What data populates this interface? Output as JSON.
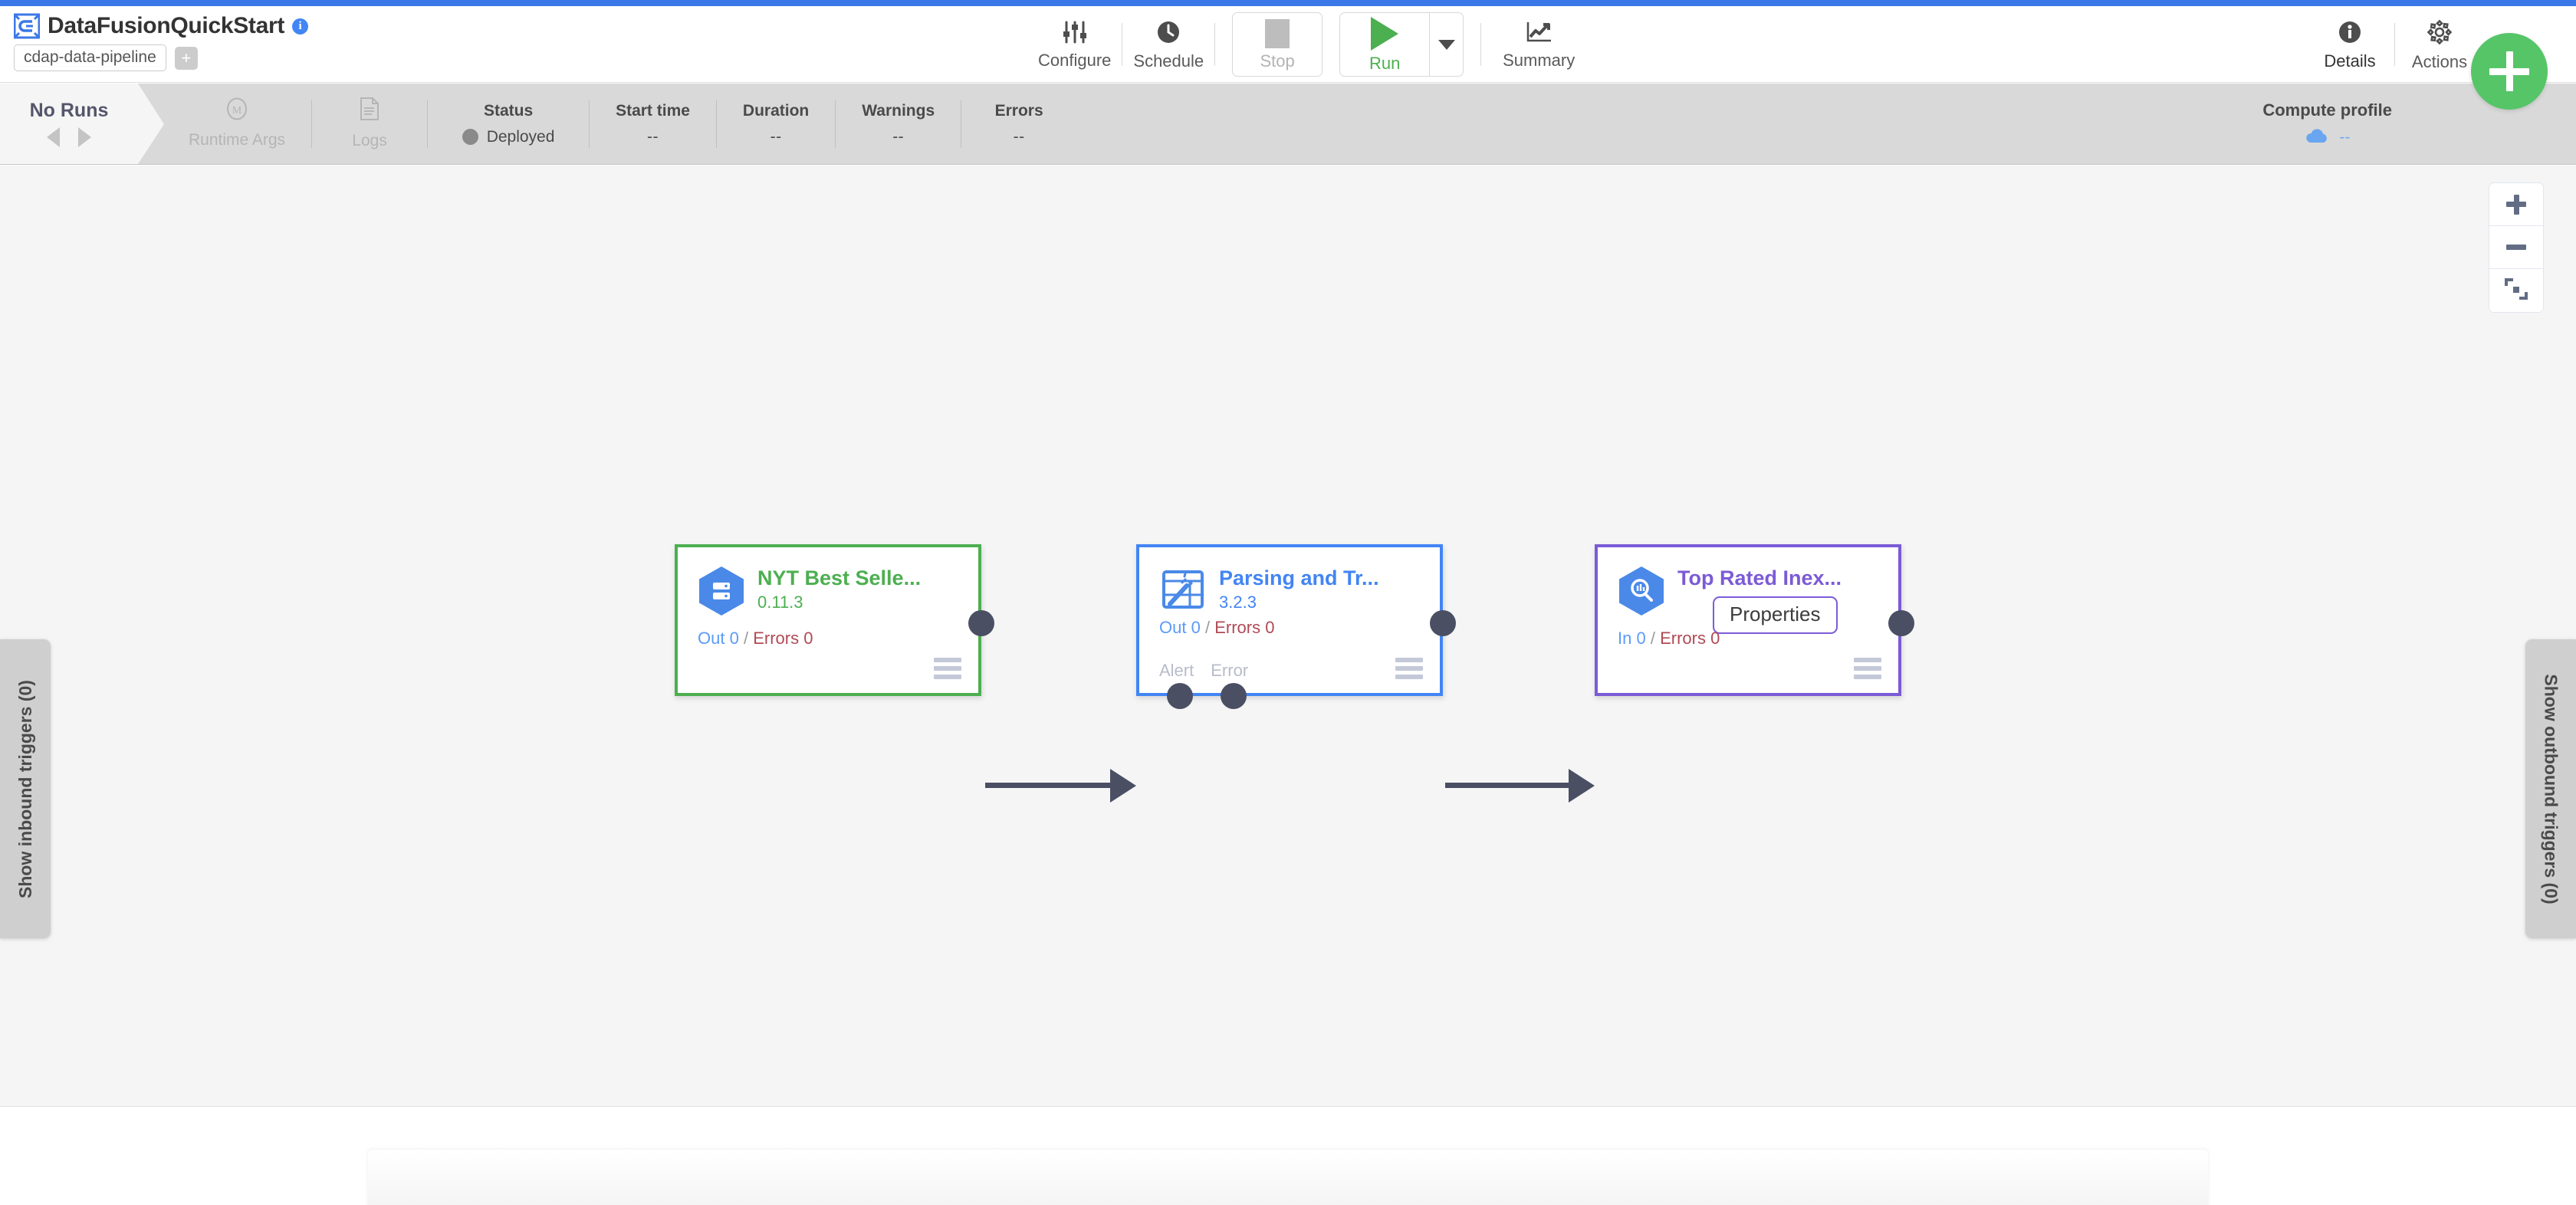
{
  "header": {
    "brand_icon": "cdap-logo-icon",
    "pipeline_title": "DataFusionQuickStart",
    "info_icon": "info-icon",
    "artifact_badge": "cdap-data-pipeline",
    "add_badge": "+",
    "toolbar": {
      "configure": {
        "label": "Configure",
        "icon": "sliders-icon"
      },
      "schedule": {
        "label": "Schedule",
        "icon": "clock-icon"
      },
      "stop": {
        "label": "Stop",
        "icon": "stop-square-icon"
      },
      "run": {
        "label": "Run",
        "icon": "play-triangle-icon"
      },
      "run_dropdown_icon": "chevron-down-icon",
      "summary": {
        "label": "Summary",
        "icon": "line-chart-icon"
      },
      "details": {
        "label": "Details",
        "icon": "info-circle-icon"
      },
      "actions": {
        "label": "Actions",
        "icon": "gear-icon"
      }
    }
  },
  "statusbar": {
    "no_runs": "No Runs",
    "prev_icon": "triangle-left-icon",
    "next_icon": "triangle-right-icon",
    "runtime_args": {
      "label": "Runtime Args",
      "icon": "macro-m-icon"
    },
    "logs": {
      "label": "Logs",
      "icon": "document-icon"
    },
    "cells": [
      {
        "header": "Status",
        "value": "Deployed",
        "dot_color": "#8a8a8a"
      },
      {
        "header": "Start time",
        "value": "--"
      },
      {
        "header": "Duration",
        "value": "--"
      },
      {
        "header": "Warnings",
        "value": "--"
      },
      {
        "header": "Errors",
        "value": "--"
      }
    ],
    "compute_profile": {
      "header": "Compute profile",
      "value": "--",
      "icon": "cloud-icon"
    }
  },
  "fab": {
    "icon": "plus-icon",
    "color": "#56c568"
  },
  "canvas": {
    "zoom_controls": {
      "zoom_in_icon": "plus-icon",
      "zoom_out_icon": "minus-icon",
      "fit_icon": "fit-to-screen-icon"
    },
    "triggers": {
      "inbound": "Show inbound triggers (0)",
      "outbound": "Show outbound triggers (0)"
    },
    "nodes": [
      {
        "name": "NYT Best Selle...",
        "version": "0.11.3",
        "icon": "bigquery-source-icon",
        "accent": "#4caf50",
        "metrics": {
          "left_label": "Out",
          "left_value": "0",
          "sep": "/",
          "right_label": "Errors",
          "right_value": "0"
        },
        "ports": [],
        "menu_icon": "hamburger-icon"
      },
      {
        "name": "Parsing and Tr...",
        "version": "3.2.3",
        "icon": "wrangler-transform-icon",
        "accent": "#4285f4",
        "metrics": {
          "left_label": "Out",
          "left_value": "0",
          "sep": "/",
          "right_label": "Errors",
          "right_value": "0"
        },
        "ports": [
          "Alert",
          "Error"
        ],
        "menu_icon": "hamburger-icon"
      },
      {
        "name": "Top Rated Inex...",
        "version": "",
        "icon": "bigquery-sink-icon",
        "accent": "#7b5bd6",
        "tooltip": "Properties",
        "metrics": {
          "left_label": "In",
          "left_value": "0",
          "sep": "/",
          "right_label": "Errors",
          "right_value": "0"
        },
        "ports": [],
        "menu_icon": "hamburger-icon"
      }
    ]
  }
}
